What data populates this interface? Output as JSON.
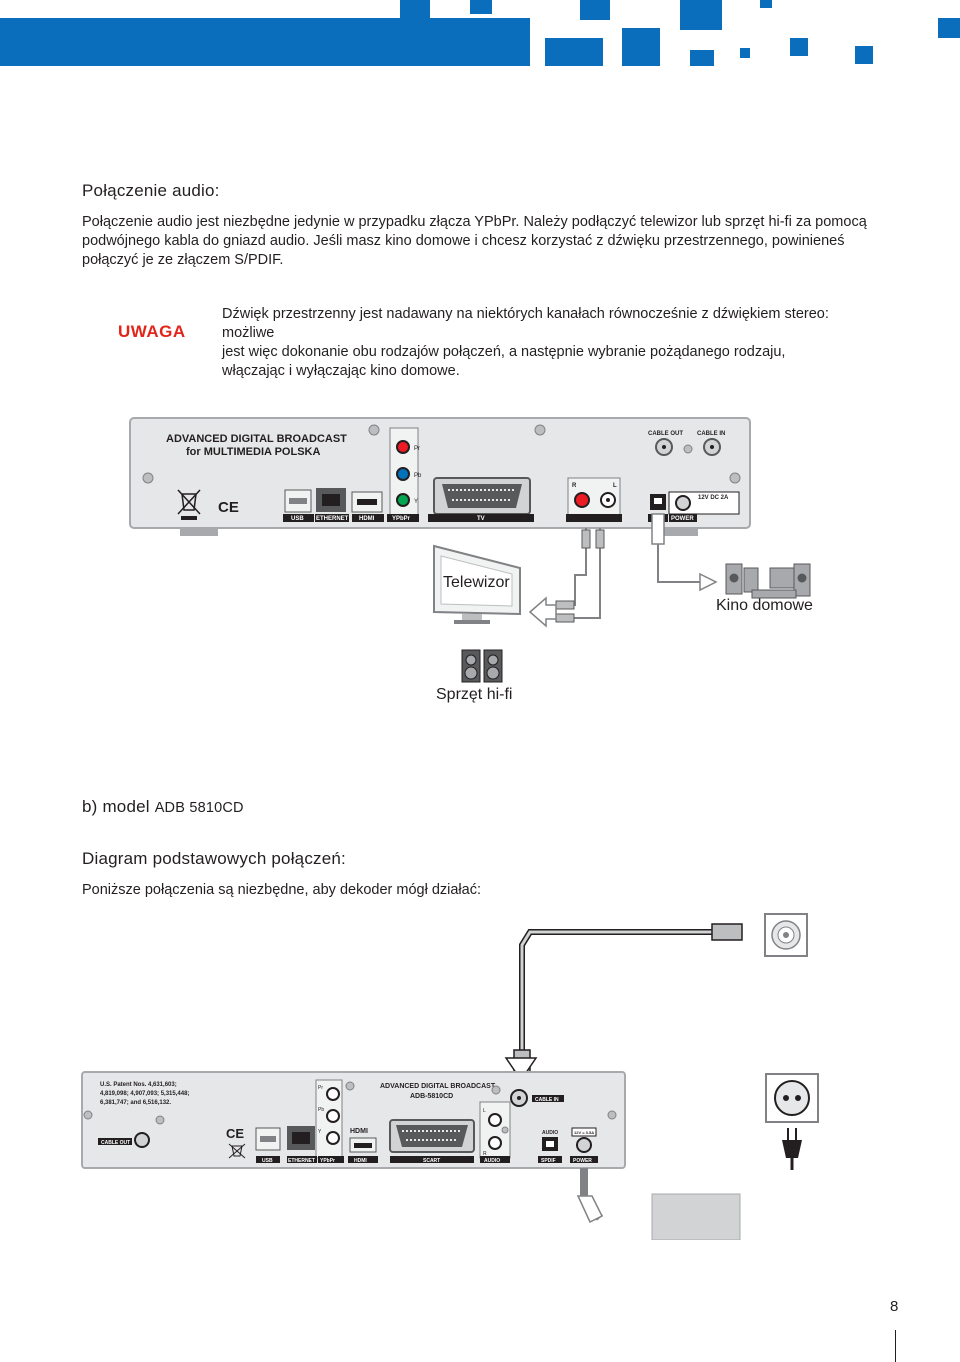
{
  "banner": {
    "accent": "#0a6ebd"
  },
  "audio_section": {
    "heading": "Połączenie audio:",
    "lines": [
      "Połączenie audio jest niezbędne jedynie w przypadku złącza YPbPr. Należy podłączyć telewizor lub sprzęt hi-fi za pomocą",
      "podwójnego kabla do gniazd audio. Jeśli masz kino domowe i chcesz korzystać z dźwięku przestrzennego, powinieneś",
      "połączyć je ze złączem S/PDIF."
    ]
  },
  "note": {
    "label": "UWAGA",
    "lines": [
      "Dźwięk przestrzenny jest nadawany na niektórych kanałach równocześnie z dźwiękiem stereo: możliwe",
      "jest więc dokonanie obu rodzajów połączeń, a następnie wybranie pożądanego rodzaju,",
      "włączając i wyłączając kino domowe."
    ]
  },
  "diagram1": {
    "brand_line1": "ADVANCED DIGITAL BROADCAST",
    "brand_line2": "for MULTIMEDIA POLSKA",
    "cable_out": "CABLE OUT",
    "cable_in": "CABLE IN",
    "pr": "Pr",
    "pb": "Pb",
    "y": "Y",
    "r": "R",
    "l": "L",
    "power_rating": "12V DC 2A",
    "port_usb": "USB",
    "port_ethernet": "ETHERNET",
    "port_hdmi": "HDMI",
    "port_ypbpr": "YPbPr",
    "port_tv": "TV",
    "port_power": "POWER",
    "ce": "CE",
    "tv_label": "Telewizor",
    "home_cinema_label": "Kino domowe",
    "hifi_label": "Sprzęt hi-fi"
  },
  "model_section": {
    "prefix": "b) model",
    "model": "ADB 5810CD",
    "heading": "Diagram podstawowych połączeń:",
    "intro": "Poniższe połączenia są niezbędne, aby dekoder mógł działać:"
  },
  "diagram2": {
    "patent1": "U.S.  Patent  Nos.  4,631,603;",
    "patent2": "4,819,098; 4,907,093; 5,315,448;",
    "patent3": "6,381,747; and 6,516,132.",
    "brand_line1": "ADVANCED DIGITAL BROADCAST",
    "brand_line2": "ADB-5810CD",
    "cable_in": "CABLE IN",
    "cable_out": "CABLE OUT",
    "pr": "Pr",
    "pb": "Pb",
    "y": "Y",
    "l": "L",
    "r": "R",
    "audio": "AUDIO",
    "hdmi_logo": "HDMI",
    "ce": "CE",
    "power_rating": "12V = 3.5A",
    "port_usb": "USB",
    "port_ethernet": "ETHERNET",
    "port_ypbpr": "YPbPr",
    "port_hdmi": "HDMI",
    "port_scart": "SCART",
    "port_audio": "AUDIO",
    "port_spdif": "SPDIF",
    "port_power": "POWER"
  },
  "page_number": "8"
}
